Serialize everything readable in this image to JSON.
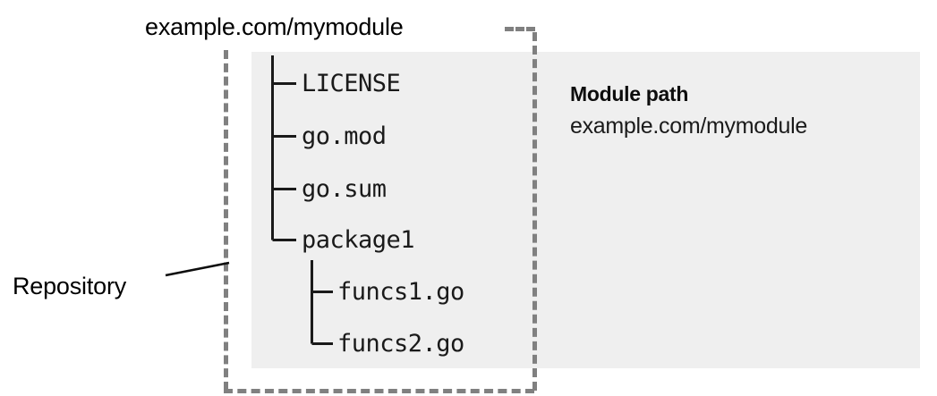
{
  "diagram": {
    "type": "go-module-repository-layout",
    "repository_title": "example.com/mymodule",
    "repository_label": "Repository",
    "colors": {
      "module_panel_bg": "#efefef",
      "boundary_dash": "#808080",
      "text": "#1a1a1a",
      "title_text": "#000000"
    },
    "callout": {
      "heading": "Module path",
      "value": "example.com/mymodule"
    },
    "tree": {
      "items": [
        {
          "name": "LICENSE",
          "depth": 0,
          "connector": "tee"
        },
        {
          "name": "go.mod",
          "depth": 0,
          "connector": "tee"
        },
        {
          "name": "go.sum",
          "depth": 0,
          "connector": "tee"
        },
        {
          "name": "package1",
          "depth": 0,
          "connector": "elbow"
        },
        {
          "name": "funcs1.go",
          "depth": 1,
          "connector": "tee"
        },
        {
          "name": "funcs2.go",
          "depth": 1,
          "connector": "elbow"
        }
      ]
    }
  }
}
